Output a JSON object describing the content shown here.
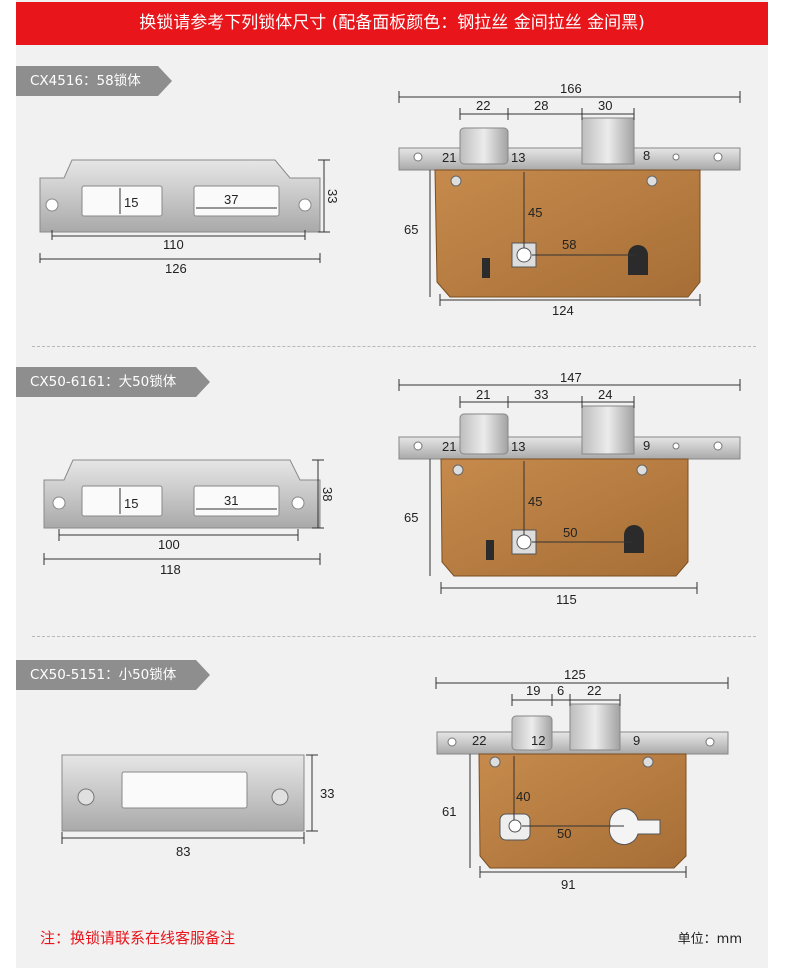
{
  "header": {
    "title": "换锁请参考下列锁体尺寸 (配备面板颜色：钢拉丝 金间拉丝 金间黑)"
  },
  "sections": [
    {
      "label": "CX4516：58锁体",
      "strike": {
        "slot_h": "15",
        "slot_w": "37",
        "hole_span": "110",
        "length": "126",
        "height": "33"
      },
      "lock": {
        "overall": "166",
        "top_a": "22",
        "top_b": "28",
        "top_c": "30",
        "latch_a": "21",
        "latch_b": "13",
        "bolt": "8",
        "body_h": "65",
        "backset_v": "45",
        "center": "58",
        "body_w": "124"
      }
    },
    {
      "label": "CX50-6161：大50锁体",
      "strike": {
        "slot_h": "15",
        "slot_w": "31",
        "hole_span": "100",
        "length": "118",
        "height": "38"
      },
      "lock": {
        "overall": "147",
        "top_a": "21",
        "top_b": "33",
        "top_c": "24",
        "latch_a": "21",
        "latch_b": "13",
        "bolt": "9",
        "body_h": "65",
        "backset_v": "45",
        "center": "50",
        "body_w": "115"
      }
    },
    {
      "label": "CX50-5151：小50锁体",
      "strike": {
        "length": "83",
        "height": "33"
      },
      "lock": {
        "overall": "125",
        "top_a": "19",
        "top_b": "6",
        "top_c": "22",
        "latch_a": "22",
        "latch_b": "12",
        "bolt": "9",
        "body_h": "61",
        "backset_v": "40",
        "center": "50",
        "body_w": "91"
      }
    }
  ],
  "footer": {
    "note": "注：换锁请联系在线客服备注",
    "unit": "单位：mm"
  },
  "colors": {
    "accent": "#e8151b",
    "tag": "#8e8e8e",
    "lock_body": "#b57a3e",
    "steel": "#c7c7c7"
  }
}
